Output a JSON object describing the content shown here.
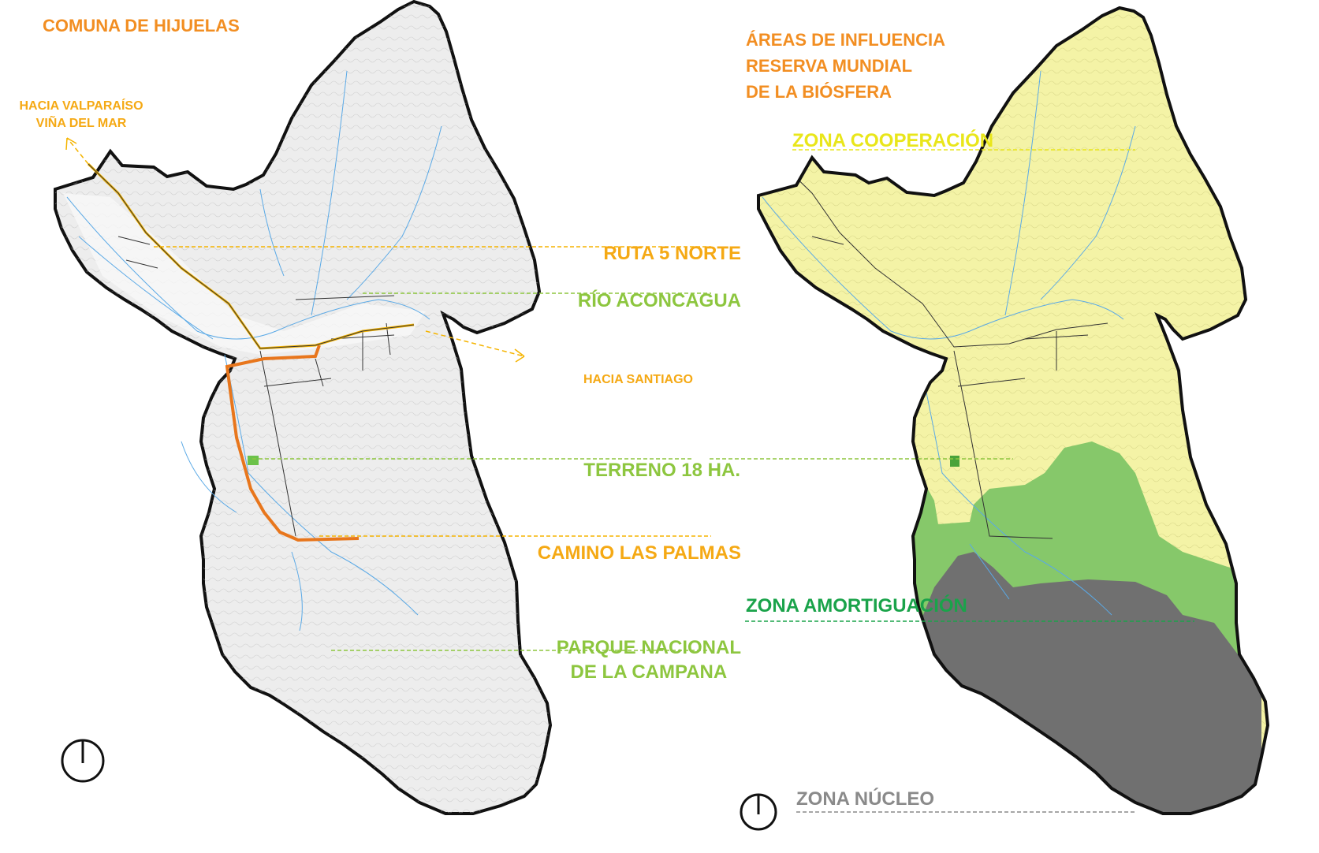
{
  "left_map": {
    "title": "COMUNA DE HIJUELAS",
    "dest_valparaiso": [
      "HACIA VALPARAÍSO",
      "VIÑA DEL MAR"
    ],
    "dest_santiago": "HACIA SANTIAGO",
    "labels": {
      "ruta": "RUTA 5 NORTE",
      "rio": "RÍO ACONCAGUA",
      "terreno": "TERRENO 18 HA.",
      "camino": "CAMINO LAS PALMAS",
      "parque": [
        "PARQUE NACIONAL",
        "DE LA CAMPANA"
      ]
    }
  },
  "right_map": {
    "title": [
      "ÁREAS DE INFLUENCIA",
      "RESERVA MUNDIAL",
      "DE LA BIÓSFERA"
    ],
    "zones": {
      "cooperacion": "ZONA COOPERACIÓN",
      "amortiguacion": "ZONA AMORTIGUACIÓN",
      "nucleo": "ZONA NÚCLEO"
    }
  },
  "colors": {
    "title_orange": "#f28e22",
    "route_orange": "#f5a914",
    "river_lime": "#8dc63f",
    "zone_cooperation": "#f4f3a6",
    "zone_buffer": "#86c86a",
    "zone_core": "#707070",
    "water_blue": "#5aa9e6"
  }
}
